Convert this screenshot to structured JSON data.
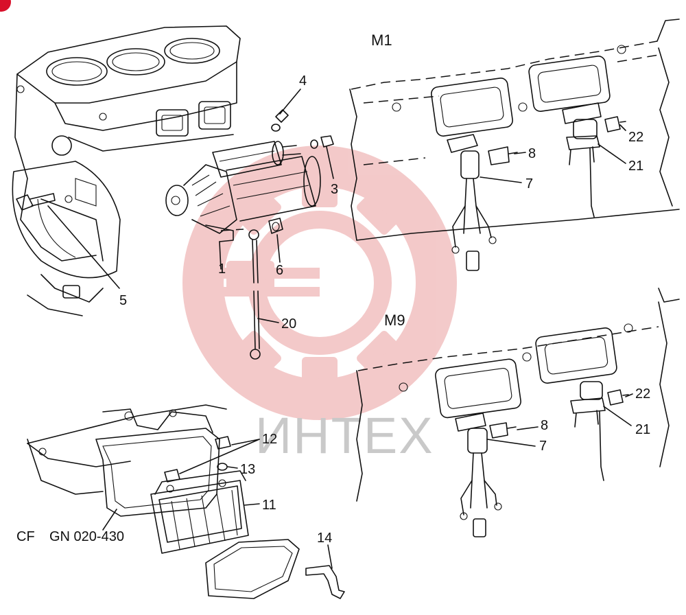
{
  "sections": {
    "m1": "M1",
    "m9": "M9"
  },
  "watermark": {
    "text": "ИНТЕХ",
    "color": "#f2c4c4"
  },
  "reference": {
    "prefix": "CF",
    "code": "GN 020-430"
  },
  "callouts": {
    "c1": "1",
    "c3": "3",
    "c4": "4",
    "c5": "5",
    "c6": "6",
    "c20": "20",
    "m1_c7": "7",
    "m1_c8": "8",
    "m1_c21": "21",
    "m1_c22": "22",
    "m9_c7": "7",
    "m9_c8": "8",
    "m9_c21": "21",
    "m9_c22": "22",
    "c11": "11",
    "c12": "12",
    "c13": "13",
    "c14": "14"
  },
  "corner_marker": {
    "color": "#d8102a"
  }
}
